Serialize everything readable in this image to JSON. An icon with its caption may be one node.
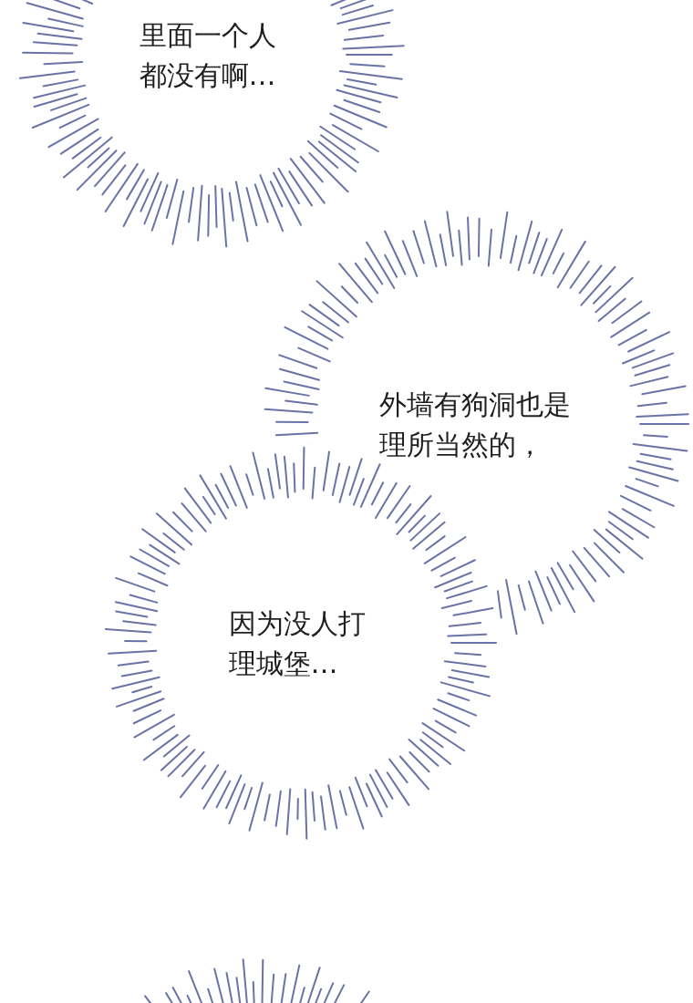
{
  "diagram": {
    "nodes": [
      {
        "text": [
          "里面一个人都没有啊…"
        ]
      },
      {
        "text": [
          "外墙有狗洞也是理所当然的，"
        ]
      },
      {
        "text": [
          "因为没人打理城堡…"
        ]
      },
      {
        "text": [],
        "shape": "circle"
      }
    ]
  }
}
